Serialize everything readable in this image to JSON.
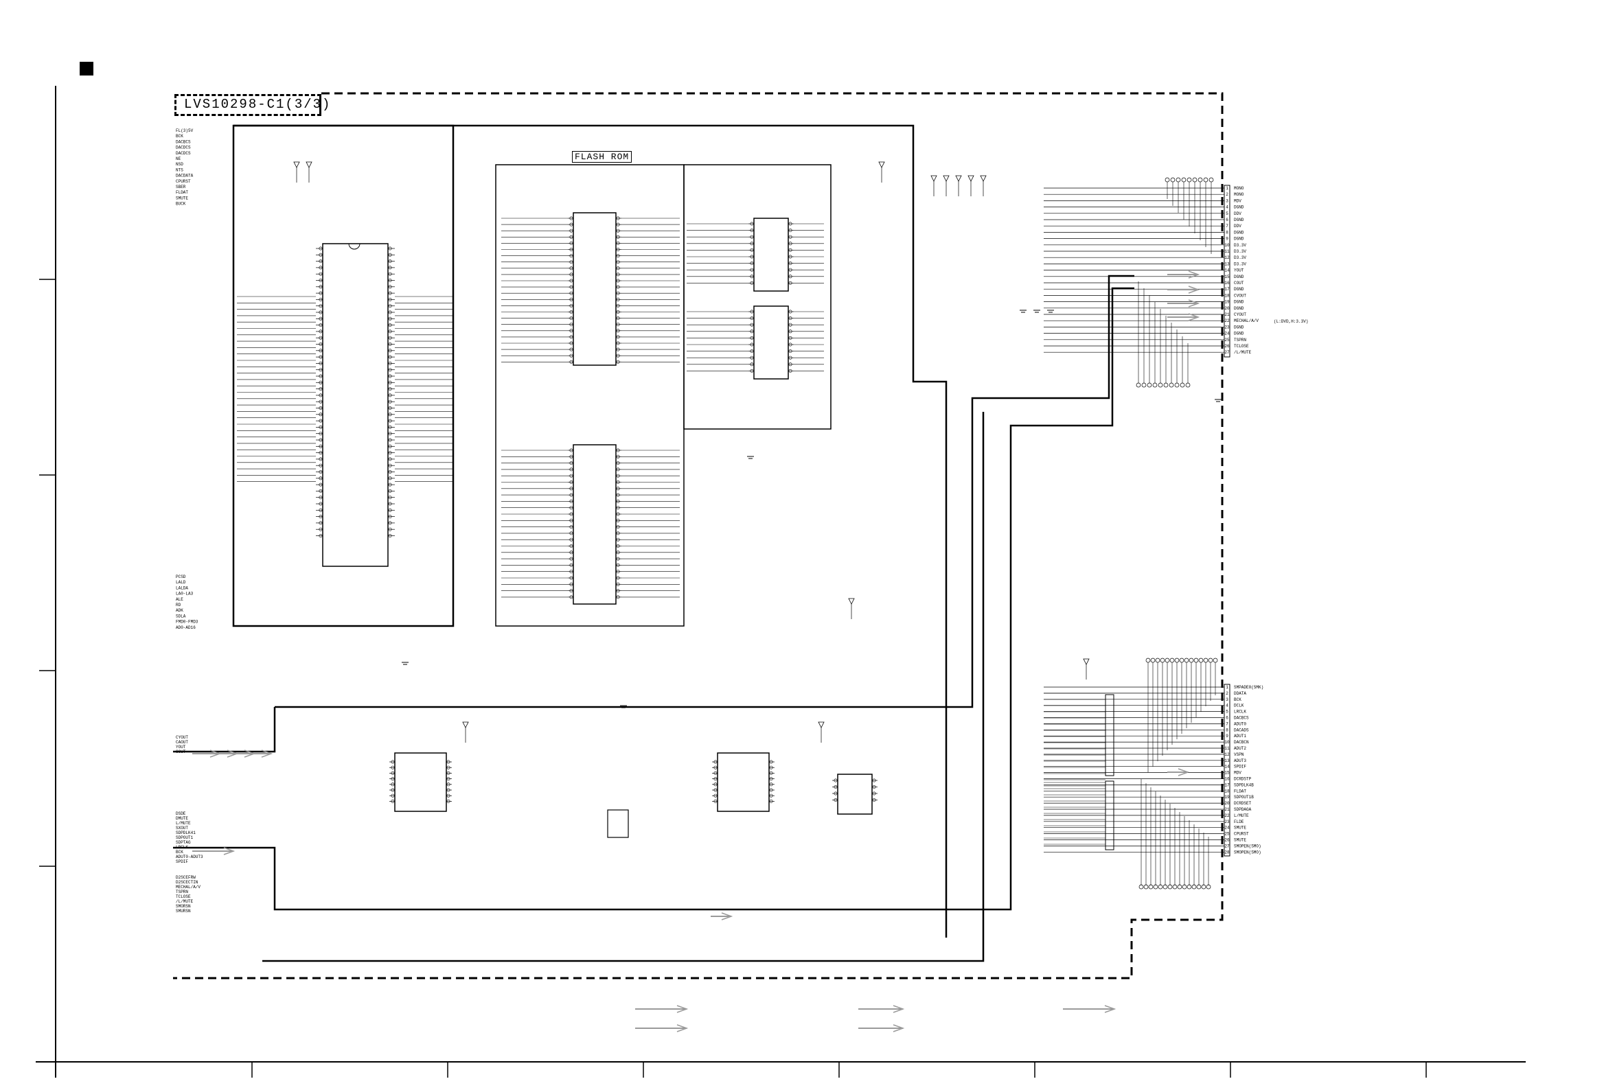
{
  "board": {
    "title": "LVS10298-C1(3/3)",
    "flash_label": "FLASH ROM"
  },
  "colors": {
    "line": "#000000",
    "arrow": "#9a9a9a",
    "background": "#ffffff"
  },
  "icons": {
    "corner_marker": "filled-square-icon",
    "signal_arrow": "signal-arrow-icon",
    "ground": "ground-symbol-icon",
    "power": "power-triangle-icon"
  },
  "left_signals_top": [
    "FL(3)5V",
    "BCK",
    "DACBCS",
    "DACDCS",
    "DACDCS",
    "NE",
    "NSD",
    "NTS",
    "DACDATA",
    "CPURST",
    "SBER",
    "FLDAT",
    "SMUTE",
    "BUCK"
  ],
  "left_signals_mid": [
    "PCSD",
    "LALD",
    "LALDA",
    "LA0-LA3",
    "ALE",
    "RD",
    "ADK",
    "SDLA",
    "FMD0-FMD3",
    "AD0-AD16"
  ],
  "left_signals_low1": [
    "CYOUT",
    "CAOUT",
    "YOUT",
    "COUT"
  ],
  "left_signals_low2": [
    "DSDE",
    "DMUTE",
    "L/MUTE",
    "SXOUT",
    "SDPDLK41",
    "SDPOUT1",
    "SDPTAG",
    "LRCLK",
    "BCK",
    "ADUT0-ADUT3",
    "SPDIF"
  ],
  "left_signals_low3": [
    "D2SCEFRW",
    "D2SCECTIN",
    "MECHAL/A/V",
    "TSPRN",
    "TCLOSE",
    "/L/MUTE",
    "SMORSN",
    "SMURSN"
  ],
  "connector_top": [
    "MONO",
    "MONO",
    "MDV",
    "DGND",
    "DDV",
    "DGND",
    "DDV",
    "DGND",
    "DGND",
    "D3.3V",
    "D3.3V",
    "D3.3V",
    "D3.3V",
    "YOUT",
    "DGND",
    "COUT",
    "DGND",
    "CVOUT",
    "DGND",
    "DGND",
    "CYOUT",
    "MECHAL/A/V",
    "DGND",
    "DGND",
    "TSPRN",
    "TCLOSE",
    "/L/MUTE"
  ],
  "connector_top_note": "(L:DVD,H:3.3V)",
  "connector_bottom": [
    "SMPADE0(SMK)",
    "DDATA",
    "BCK",
    "DCLK",
    "LRCLK",
    "DACBCS",
    "ADUT0",
    "DACADS",
    "ADUT1",
    "DACBCN",
    "ADUT2",
    "VSPN",
    "ADUT3",
    "SPDIF",
    "MDV",
    "DCRDSTP",
    "SDPDLK4B",
    "FLDAT",
    "SDPOUT1B",
    "DCRDSET",
    "SDPDAGA",
    "L/MUTE",
    "FLDE",
    "SMUTE",
    "CPURST",
    "SMUTE",
    "SMOPEN(SMO)",
    "SMOPEN(SMO)"
  ]
}
